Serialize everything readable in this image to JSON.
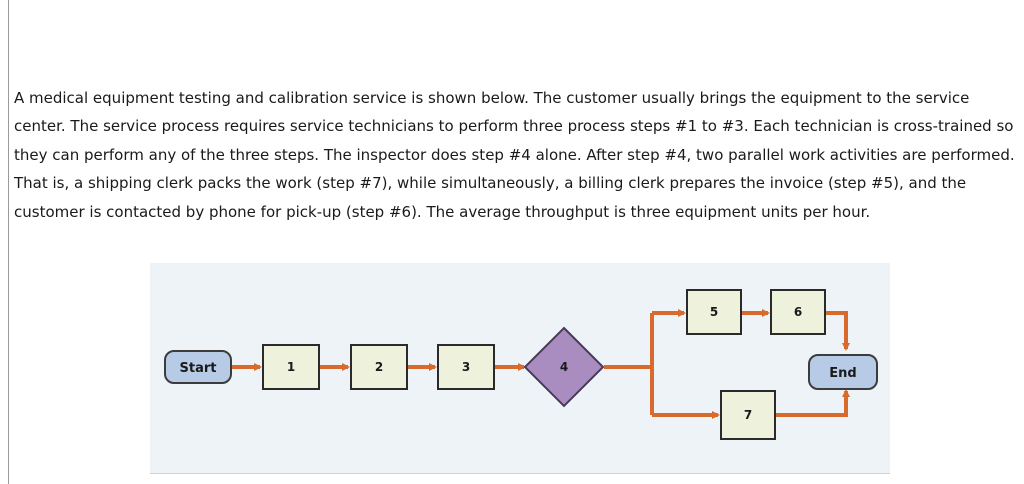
{
  "problem": {
    "text": "A medical equipment testing and calibration service is shown below. The customer usually brings the equipment to the service center. The service process requires service technicians to perform three process steps #1 to #3. Each technician is cross-trained so they can perform any of the three steps. The inspector does step #4 alone. After step #4, two parallel work activities are performed. That is, a shipping clerk packs the work (step #7), while simultaneously, a billing clerk prepares the invoice (step #5), and the customer is contacted by phone for pick-up (step #6). The average throughput is three equipment units per hour."
  },
  "diagram": {
    "start_label": "Start",
    "end_label": "End",
    "steps": {
      "s1": "1",
      "s2": "2",
      "s3": "3",
      "s4": "4",
      "s5": "5",
      "s6": "6",
      "s7": "7"
    },
    "colors": {
      "connector": "#d96a2e",
      "terminal_fill": "#b7cbe6",
      "terminal_stroke": "#3c3c3c",
      "step_fill": "#eef2dc",
      "step_stroke": "#2a2a2a",
      "decision_fill": "#a98dc0",
      "decision_stroke": "#4a3a5a",
      "panel_background": "#eef3f8"
    }
  }
}
